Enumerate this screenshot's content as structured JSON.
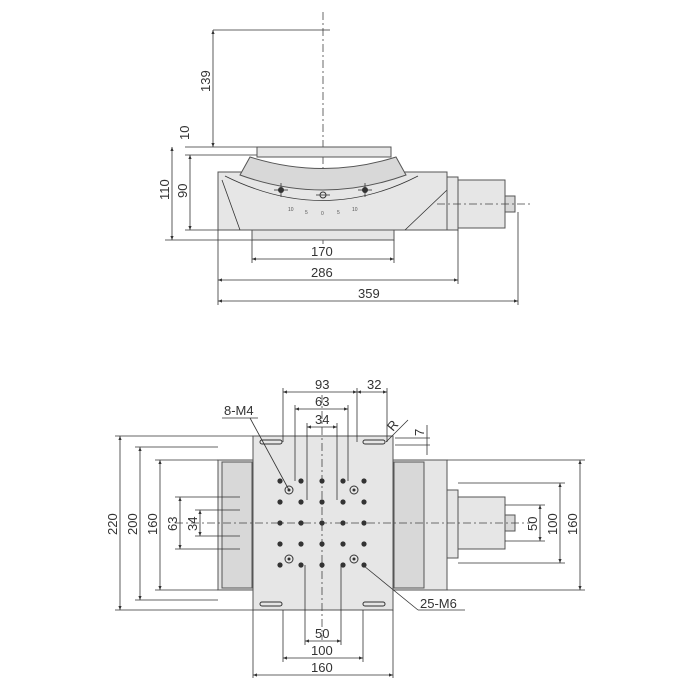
{
  "front_view": {
    "dims": {
      "d139": "139",
      "d10": "10",
      "d110": "110",
      "d90": "90",
      "d170": "170",
      "d286": "286",
      "d359": "359"
    },
    "scale_ticks": [
      "10",
      "5",
      "0",
      "5",
      "10"
    ]
  },
  "plan_view": {
    "dims": {
      "d93": "93",
      "d32": "32",
      "d63": "63",
      "d34": "34",
      "r": "R",
      "d7": "7",
      "d220": "220",
      "d200": "200",
      "d160l": "160",
      "d63l": "63",
      "d34l": "34",
      "d50r": "50",
      "d100r": "100",
      "d160r": "160",
      "d50b": "50",
      "d100b": "100",
      "d160b": "160"
    },
    "callouts": {
      "m4": "8-M4",
      "m6": "25-M6"
    }
  }
}
